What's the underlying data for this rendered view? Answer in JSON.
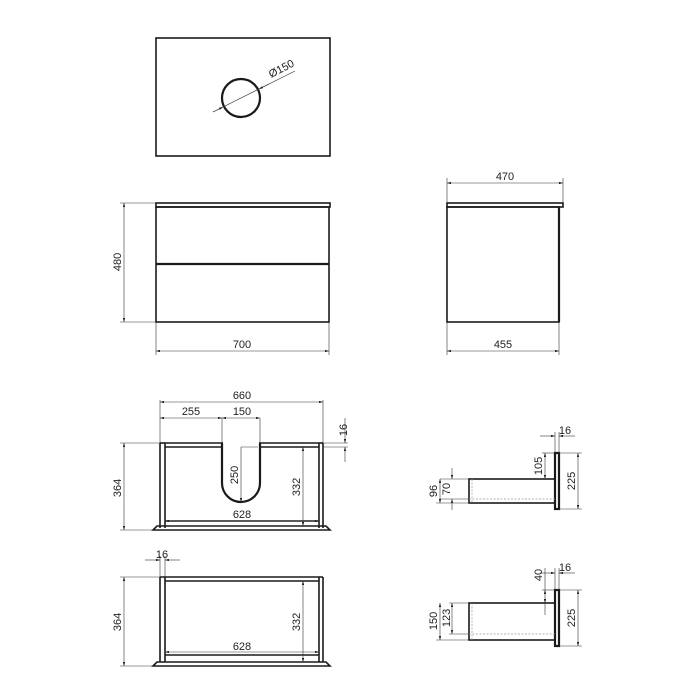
{
  "drawing": {
    "subject": "wall-hung vanity cabinet with two drawers",
    "views": {
      "top": {
        "sink_hole_diameter": "Ø150"
      },
      "front": {
        "height": "480",
        "width": "700"
      },
      "side": {
        "top_depth": "470",
        "body_depth": "455"
      },
      "upper_drawer_section": {
        "overall_width": "660",
        "cutout_offset": "255",
        "cutout_width": "150",
        "panel_thickness": "16",
        "outer_height": "364",
        "cutout_depth": "250",
        "inner_height": "332",
        "inner_width": "628"
      },
      "upper_drawer_profile": {
        "front_thickness": "16",
        "offset_from_top": "105",
        "front_height": "225",
        "side_height": "70",
        "overall_side_height": "96"
      },
      "lower_drawer_section": {
        "panel_thickness": "16",
        "outer_height": "364",
        "inner_height": "332",
        "inner_width": "628"
      },
      "lower_drawer_profile": {
        "offset_from_top": "40",
        "front_thickness": "16",
        "front_height": "225",
        "side_height": "123",
        "overall_side_height": "150"
      }
    }
  }
}
